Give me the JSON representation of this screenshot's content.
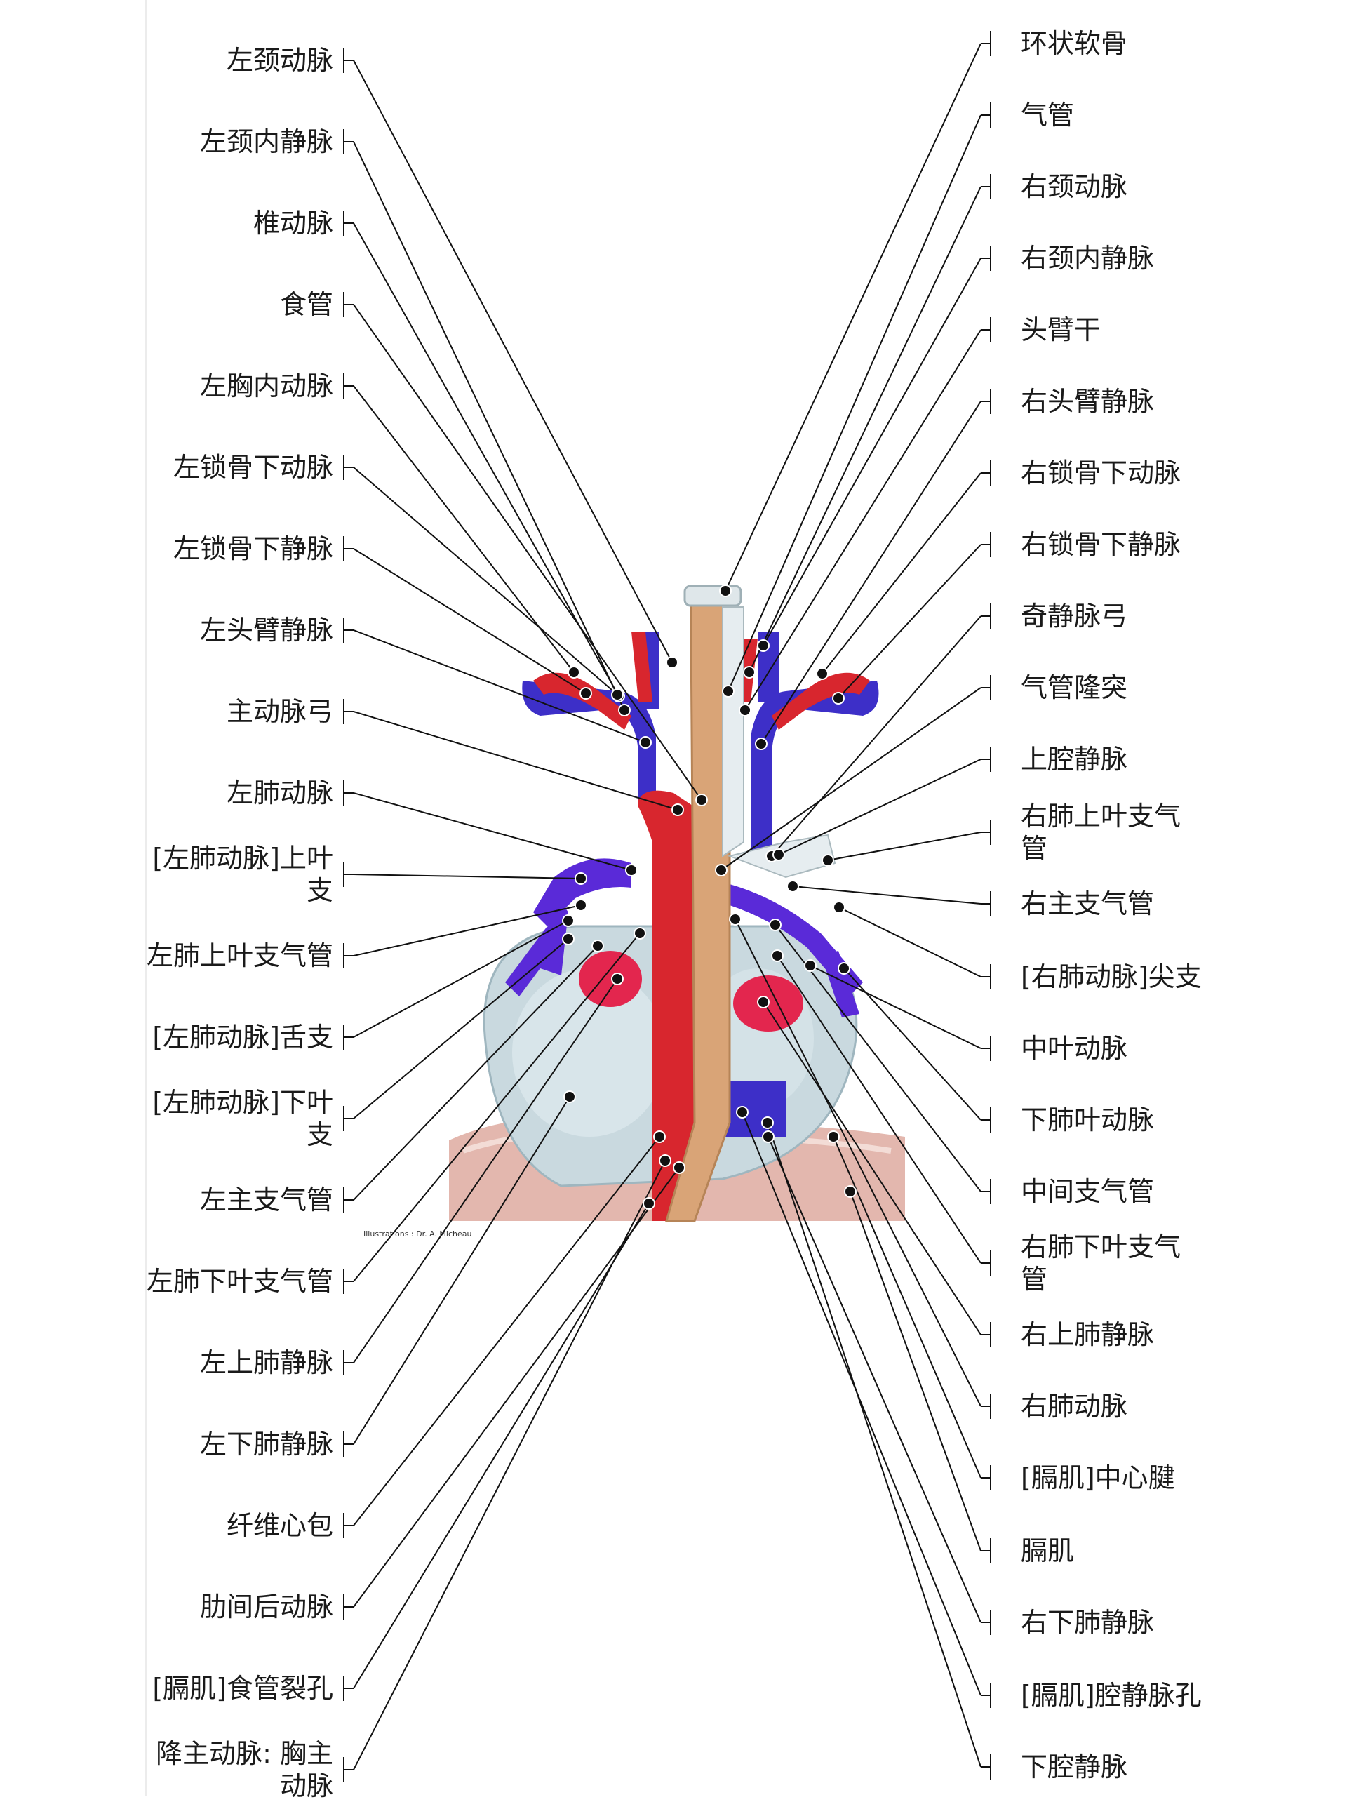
{
  "diagram": {
    "labels_left": [
      "左颈动脉",
      "左颈内静脉",
      "椎动脉",
      "食管",
      "左胸内动脉",
      "左锁骨下动脉",
      "左锁骨下静脉",
      "左头臂静脉",
      "主动脉弓",
      "左肺动脉",
      "[左肺动脉]上叶支",
      "左肺上叶支气管",
      "[左肺动脉]舌支",
      "[左肺动脉]下叶支",
      "左主支气管",
      "左肺下叶支气管",
      "左上肺静脉",
      "左下肺静脉",
      "纤维心包",
      "肋间后动脉",
      "[膈肌]食管裂孔",
      "降主动脉: 胸主动脉"
    ],
    "labels_right": [
      "环状软骨",
      "气管",
      "右颈动脉",
      "右颈内静脉",
      "头臂干",
      "右头臂静脉",
      "右锁骨下动脉",
      "右锁骨下静脉",
      "奇静脉弓",
      "气管隆突",
      "上腔静脉",
      "右肺上叶支气管",
      "右主支气管",
      "[右肺动脉]尖支",
      "中叶动脉",
      "下肺叶动脉",
      "中间支气管",
      "右肺下叶支气管",
      "右上肺静脉",
      "右肺动脉",
      "[膈肌]中心腱",
      "膈肌",
      "右下肺静脉",
      "[膈肌]腔静脉孔",
      "下腔静脉"
    ],
    "credit": "Illustrations : Dr. A. Micheau",
    "colors": {
      "artery": "#d8262e",
      "vein": "#3d2fc8",
      "esophagus": "#d9a477",
      "heart": "#c9d9df",
      "diaphragm": "#e3b7ae",
      "line": "#111111"
    }
  }
}
